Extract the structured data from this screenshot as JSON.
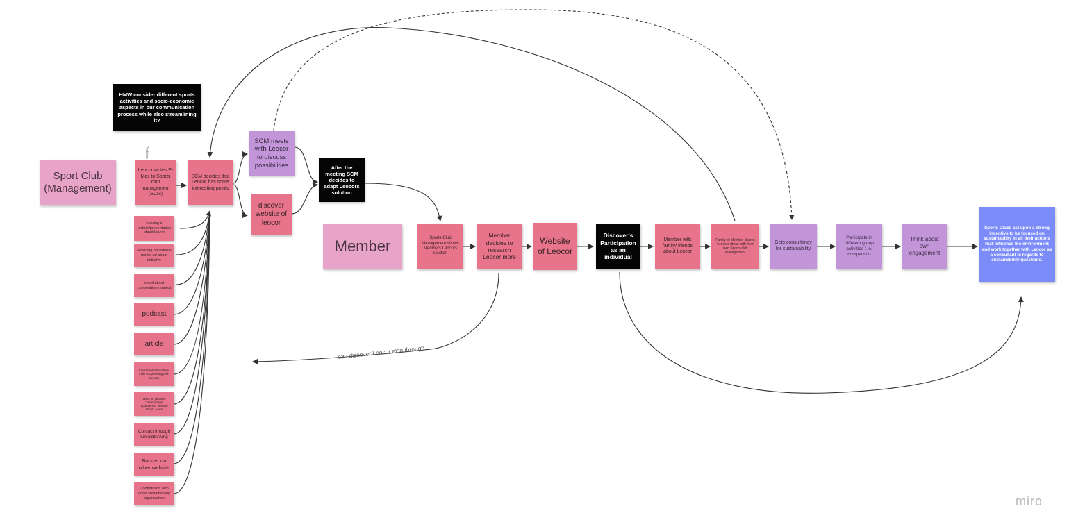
{
  "notes": {
    "hmw": "HMW consider different sports activities and socio-economic aspects in our communication process while also streamlining it?",
    "sport_club": "Sport Club (Management)",
    "leocor_writes": "Leocor writes E-Mail to Sports club management (SCM)",
    "scm_decides": "SCM decides that Leocor has some interesting points",
    "scm_meets": "SCM meets with Leocor to discuss possibilities",
    "discover_website": "discover website of leocor",
    "after_meeting": "After the meeting SCM decides to adapt Leocors solution",
    "hearing": "hearing a lecture/presentation about leocor",
    "receiving": "receiving advertorial media ad about initiative",
    "email_coop": "email about cooperation request",
    "podcast": "podcast",
    "article": "article",
    "friends_club": "friends tell about their club cooperating with Leocor",
    "went_website": "Went on platform \"Nachhaltiger Sportverein\" website about Leocor",
    "contact_linkedin": "Contact through LinkedIn/Xing",
    "banner": "Banner on other website",
    "cooperation_org": "Cooperation with other sustainability organization",
    "member": "Member",
    "scm_shows": "Sports Club Management shows Members Leocors solution",
    "member_research": "Member decides to research Leocor more",
    "website_leocor": "Website of Leocor",
    "discovers": "Discover's Participation as an individual",
    "member_tells": "Member tells family/ friends about Leocor",
    "family_shares": "Family of Member shares Leocors ideas with their own Sports club Management",
    "consultancy": "Gets consultancy for sustainability",
    "participate": "Participate in different group activities f. e. competition",
    "think": "Think about own engagement",
    "sports_clubs_act": "Sports Clubs act upon a strong incentive to be focused on sustainability in all their actions that influence the environment and work together with Leocor as a consultant in regards to sustainability questions."
  },
  "labels": {
    "rotated_small": "Problem",
    "can_discover": "can discover Leocor also through"
  },
  "branding": {
    "logo_text": "miro"
  },
  "colors": {
    "pink": "#e7748a",
    "light_pink": "#e7a3c8",
    "purple": "#c295d8",
    "black": "#050505",
    "blue": "#7b8cf8",
    "connector": "#333333"
  }
}
